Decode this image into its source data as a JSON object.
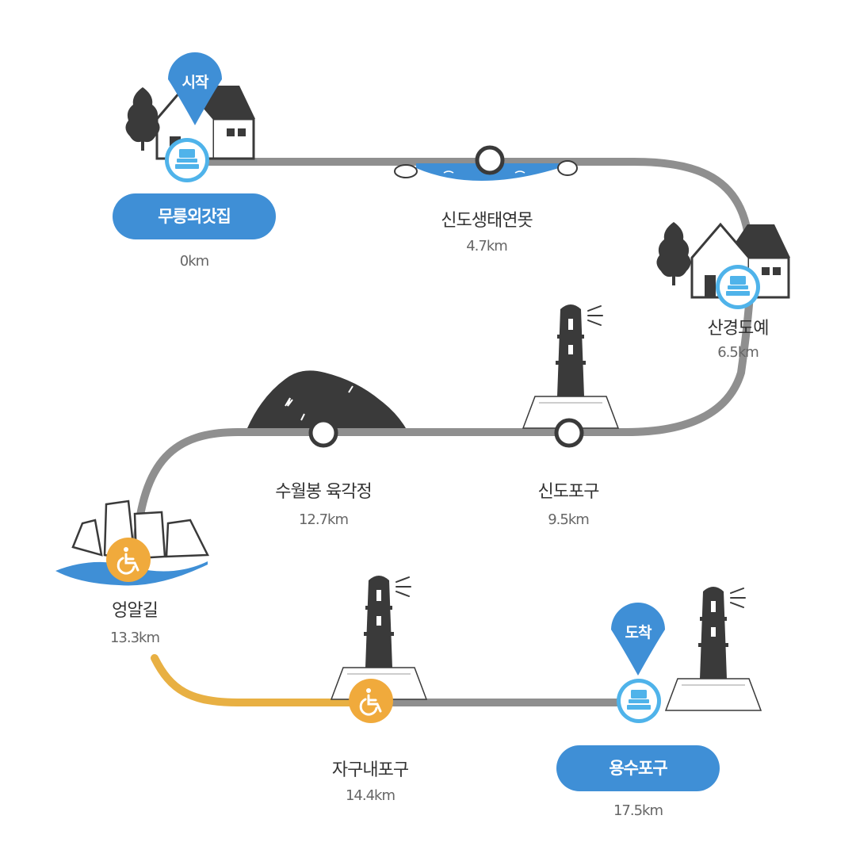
{
  "colors": {
    "route": "#8f8f8f",
    "accessible_route": "#e8b043",
    "blue": "#3f8fd6",
    "light_blue": "#4fb3ea",
    "orange": "#f0aa3c",
    "dark": "#3a3a3a"
  },
  "start_pin": "시작",
  "end_pin": "도착",
  "stops": [
    {
      "name": "무릉외갓집",
      "dist": "0km",
      "marker": "stamp",
      "style": "pill"
    },
    {
      "name": "신도생태연못",
      "dist": "4.7km",
      "marker": "waypoint",
      "style": "text"
    },
    {
      "name": "산경도예",
      "dist": "6.5km",
      "marker": "stamp",
      "style": "text"
    },
    {
      "name": "신도포구",
      "dist": "9.5km",
      "marker": "waypoint",
      "style": "text"
    },
    {
      "name": "수월봉 육각정",
      "dist": "12.7km",
      "marker": "waypoint",
      "style": "text"
    },
    {
      "name": "엉알길",
      "dist": "13.3km",
      "marker": "wheelchair",
      "style": "text"
    },
    {
      "name": "자구내포구",
      "dist": "14.4km",
      "marker": "wheelchair",
      "style": "text"
    },
    {
      "name": "용수포구",
      "dist": "17.5km",
      "marker": "stamp",
      "style": "pill"
    }
  ]
}
